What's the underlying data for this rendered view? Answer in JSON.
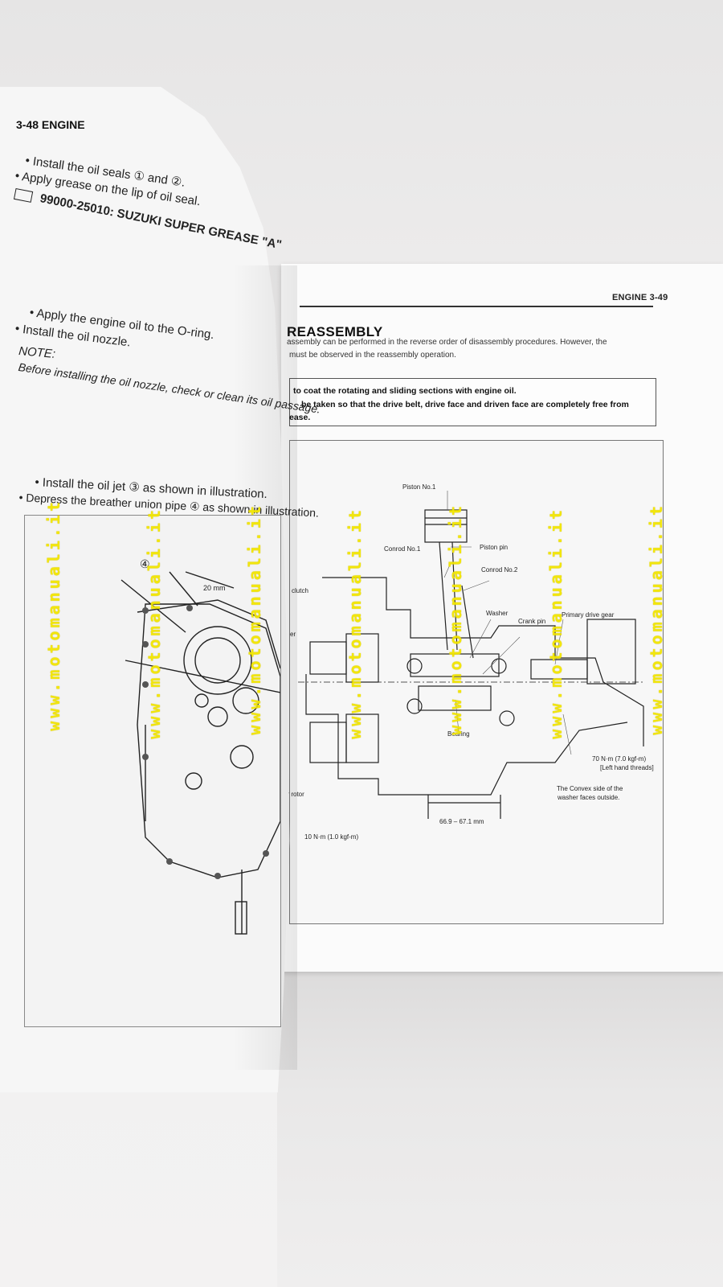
{
  "left_page": {
    "header": "3-48  ENGINE",
    "step1": [
      "• Install the oil seals ① and ②.",
      "• Apply grease on the lip of oil seal."
    ],
    "grease_code": "99000-25010: SUZUKI SUPER GREASE \"A\"",
    "step2": [
      "• Apply the engine oil to the O-ring.",
      "• Install the oil nozzle."
    ],
    "note_label": "NOTE:",
    "note_text": "Before installing the oil nozzle, check or clean its oil passage.",
    "step3": [
      "• Install the oil jet ③ as shown in illustration.",
      "• Depress the breather union pipe ④ as shown in illustration."
    ],
    "fig": {
      "callout": "④",
      "dim": "20 mm"
    }
  },
  "right_page": {
    "header": "ENGINE  3-49",
    "title": "REASSEMBLY",
    "intro": [
      "assembly can be performed in the reverse order of disassembly procedures. However, the",
      "must be observed in the reassembly operation."
    ],
    "caution": [
      "to coat the rotating and sliding sections with engine oil.",
      "be taken so that the drive belt, drive face and driven face are completely free from",
      "ease."
    ],
    "fig_labels": {
      "piston": "Piston No.1",
      "piston_pin": "Piston pin",
      "conrod1": "Conrod No.1",
      "conrod2": "Conrod No.2",
      "washer": "Washer",
      "crank_pin": "Crank pin",
      "primary_gear": "Primary drive gear",
      "clutch": "clutch",
      "bearing": "Bearing",
      "torque70": "70 N·m (7.0 kgf-m)",
      "left_thread": "[Left hand threads]",
      "convex1": "The Convex side of the",
      "convex2": "washer faces outside.",
      "rotor": "or rotor",
      "torque10": "10 N·m (1.0 kgf-m)",
      "dim": "66.9 – 67.1 mm",
      "er": "er"
    }
  },
  "watermark": "www.motomanuali.it",
  "colors": {
    "watermark": "#f2e600",
    "paper": "#fbfbfb"
  }
}
